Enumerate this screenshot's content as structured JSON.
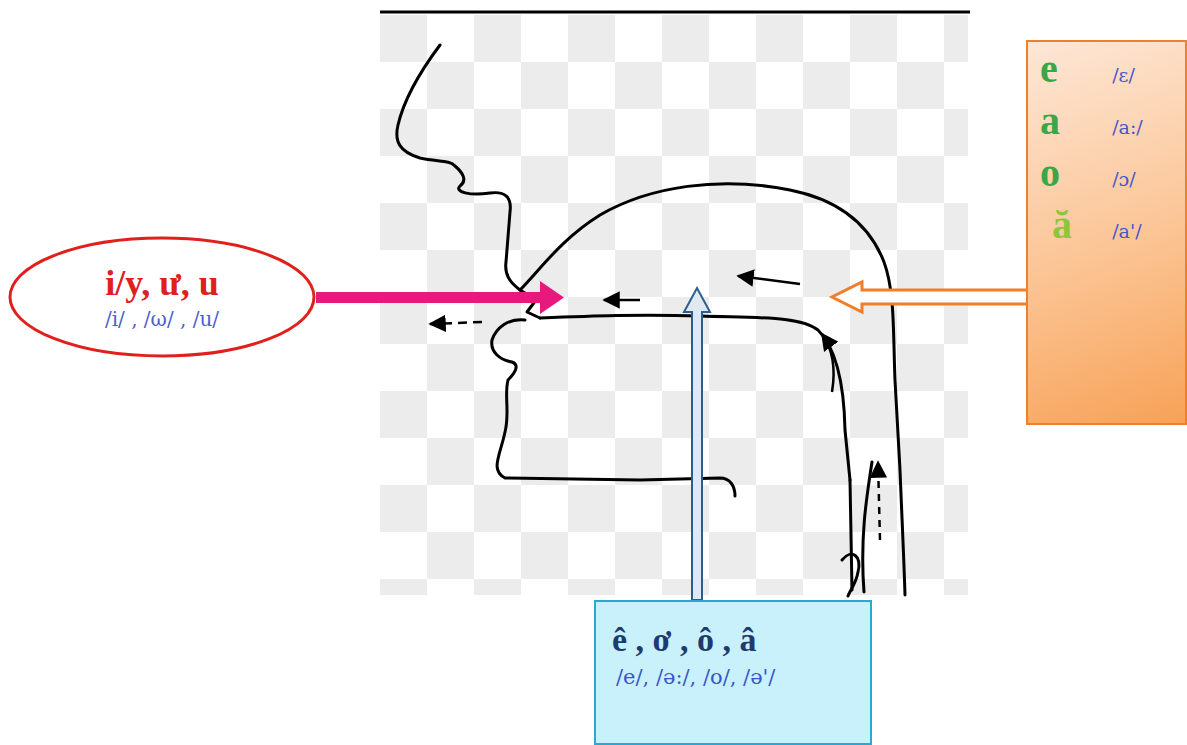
{
  "diagram": {
    "nodes": [
      {
        "text": [
          "i/y, ư, u",
          "/i/ , /ω/ , /u/"
        ]
      },
      {
        "text": [
          "e",
          "/ɛ/",
          "a",
          "/a:/",
          "o",
          "/ɔ/",
          "ă",
          "/a'/"
        ]
      },
      {
        "text": [
          "ê , ơ , ô , â",
          "/e/, /ə:/, /o/, /ə'/"
        ]
      }
    ]
  }
}
